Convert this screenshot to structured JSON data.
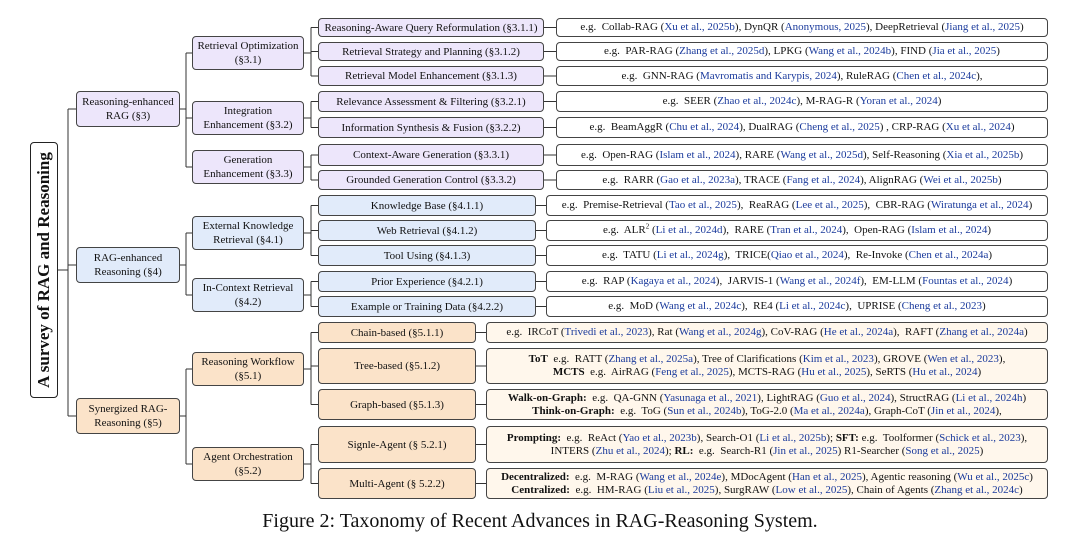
{
  "root": {
    "label": "A survey of RAG and Reasoning"
  },
  "colors": {
    "sec3": "#ede6fb",
    "sec4": "#e1ebfa",
    "sec5": "#fbe3c9",
    "sec5_leaf": "#fff7ec",
    "citation": "#1a3a9c"
  },
  "categories": [
    {
      "label": "Reasoning-enhanced RAG  (§3)"
    },
    {
      "label": "RAG-enhanced Reasoning (§4)"
    },
    {
      "label": "Synergized RAG-Reasoning  (§5)"
    }
  ],
  "subcategories": [
    {
      "label": "Retrieval Optimization  (§3.1)"
    },
    {
      "label": "Integration Enhancement (§3.2)"
    },
    {
      "label": "Generation Enhancement (§3.3)"
    },
    {
      "label": "External Knowledge Retrieval (§4.1)"
    },
    {
      "label": "In-Context Retrieval (§4.2)"
    },
    {
      "label": "Reasoning Workflow (§5.1)"
    },
    {
      "label": "Agent Orchestration (§5.2)"
    }
  ],
  "topics": [
    {
      "label": "Reasoning-Aware Query Reformulation (§3.1.1)"
    },
    {
      "label": "Retrieval Strategy and Planning  (§3.1.2)"
    },
    {
      "label": "Retrieval Model Enhancement  (§3.1.3)"
    },
    {
      "label": "Relevance Assessment & Filtering (§3.2.1)"
    },
    {
      "label": "Information Synthesis & Fusion  (§3.2.2)"
    },
    {
      "label": "Context-Aware Generation  (§3.3.1)"
    },
    {
      "label": "Grounded Generation Control  (§3.3.2)"
    },
    {
      "label": "Knowledge Base  (§4.1.1)"
    },
    {
      "label": "Web Retrieval  (§4.1.2)"
    },
    {
      "label": "Tool Using  (§4.1.3)"
    },
    {
      "label": "Prior Experience  (§4.2.1)"
    },
    {
      "label": "Example or Training Data  (§4.2.2)"
    },
    {
      "label": "Chain-based  (§5.1.1)"
    },
    {
      "label": "Tree-based  (§5.1.2)"
    },
    {
      "label": "Graph-based  (§5.1.3)"
    },
    {
      "label": "Signle-Agent  (§ 5.2.1)"
    },
    {
      "label": "Multi-Agent  (§ 5.2.2)"
    }
  ],
  "examples": [
    {
      "lines": [
        [
          {
            "t": "e.g.  Collab-RAG ("
          },
          {
            "c": "Xu et al., 2025b"
          },
          {
            "t": "), DynQR ("
          },
          {
            "c": "Anonymous, 2025"
          },
          {
            "t": "), DeepRetrieval ("
          },
          {
            "c": "Jiang et al., 2025"
          },
          {
            "t": ")"
          }
        ]
      ]
    },
    {
      "lines": [
        [
          {
            "t": "e.g.  PAR-RAG ("
          },
          {
            "c": "Zhang et al., 2025d"
          },
          {
            "t": "), LPKG ("
          },
          {
            "c": "Wang et al., 2024b"
          },
          {
            "t": "), FIND ("
          },
          {
            "c": "Jia et al., 2025"
          },
          {
            "t": ")"
          }
        ]
      ]
    },
    {
      "lines": [
        [
          {
            "t": "e.g.  GNN-RAG ("
          },
          {
            "c": "Mavromatis and Karypis, 2024"
          },
          {
            "t": "), RuleRAG ("
          },
          {
            "c": "Chen et al., 2024c"
          },
          {
            "t": "),"
          }
        ]
      ]
    },
    {
      "lines": [
        [
          {
            "t": "e.g.  SEER ("
          },
          {
            "c": "Zhao et al., 2024c"
          },
          {
            "t": "), M-RAG-R ("
          },
          {
            "c": "Yoran et al., 2024"
          },
          {
            "t": ")"
          }
        ]
      ]
    },
    {
      "lines": [
        [
          {
            "t": "e.g.  BeamAggR ("
          },
          {
            "c": "Chu et al., 2024"
          },
          {
            "t": "), DualRAG ("
          },
          {
            "c": "Cheng et al., 2025"
          },
          {
            "t": ") , CRP-RAG ("
          },
          {
            "c": "Xu et al., 2024"
          },
          {
            "t": ")"
          }
        ]
      ]
    },
    {
      "lines": [
        [
          {
            "t": "e.g.  Open-RAG ("
          },
          {
            "c": "Islam et al., 2024"
          },
          {
            "t": "), RARE ("
          },
          {
            "c": "Wang et al., 2025d"
          },
          {
            "t": "), Self-Reasoning ("
          },
          {
            "c": "Xia et al., 2025b"
          },
          {
            "t": ")"
          }
        ]
      ]
    },
    {
      "lines": [
        [
          {
            "t": "e.g.  RARR ("
          },
          {
            "c": "Gao et al., 2023a"
          },
          {
            "t": "), TRACE ("
          },
          {
            "c": "Fang et al., 2024"
          },
          {
            "t": "), AlignRAG ("
          },
          {
            "c": "Wei et al., 2025b"
          },
          {
            "t": ")"
          }
        ]
      ]
    },
    {
      "lines": [
        [
          {
            "t": "e.g.  Premise-Retrieval ("
          },
          {
            "c": "Tao et al., 2025"
          },
          {
            "t": "),  ReaRAG ("
          },
          {
            "c": "Lee et al., 2025"
          },
          {
            "t": "),  CBR-RAG ("
          },
          {
            "c": "Wiratunga et al., 2024"
          },
          {
            "t": ")"
          }
        ]
      ]
    },
    {
      "lines": [
        [
          {
            "t": "e.g.  ALR"
          },
          {
            "s": "2"
          },
          {
            "t": " ("
          },
          {
            "c": "Li et al., 2024d"
          },
          {
            "t": "),  RARE ("
          },
          {
            "c": "Tran et al., 2024"
          },
          {
            "t": "),  Open-RAG ("
          },
          {
            "c": "Islam et al., 2024"
          },
          {
            "t": ")"
          }
        ]
      ]
    },
    {
      "lines": [
        [
          {
            "t": "e.g.  TATU ("
          },
          {
            "c": "Li et al., 2024g"
          },
          {
            "t": "),  TRICE("
          },
          {
            "c": "Qiao et al., 2024"
          },
          {
            "t": "),  Re-Invoke ("
          },
          {
            "c": "Chen et al., 2024a"
          },
          {
            "t": ")"
          }
        ]
      ]
    },
    {
      "lines": [
        [
          {
            "t": "e.g.  RAP ("
          },
          {
            "c": "Kagaya et al., 2024"
          },
          {
            "t": "),  JARVIS-1 ("
          },
          {
            "c": "Wang et al., 2024f"
          },
          {
            "t": "),  EM-LLM ("
          },
          {
            "c": "Fountas et al., 2024"
          },
          {
            "t": ")"
          }
        ]
      ]
    },
    {
      "lines": [
        [
          {
            "t": "e.g.  MoD ("
          },
          {
            "c": "Wang et al., 2024c"
          },
          {
            "t": "),  RE4 ("
          },
          {
            "c": "Li et al., 2024c"
          },
          {
            "t": "),  UPRISE ("
          },
          {
            "c": "Cheng et al., 2023"
          },
          {
            "t": ")"
          }
        ]
      ]
    },
    {
      "lines": [
        [
          {
            "t": "e.g.  IRCoT ("
          },
          {
            "c": "Trivedi et al., 2023"
          },
          {
            "t": "), Rat ("
          },
          {
            "c": "Wang et al., 2024g"
          },
          {
            "t": "), CoV-RAG ("
          },
          {
            "c": "He et al., 2024a"
          },
          {
            "t": "),  RAFT ("
          },
          {
            "c": "Zhang et al., 2024a"
          },
          {
            "t": ")"
          }
        ]
      ]
    },
    {
      "lines": [
        [
          {
            "b": "ToT"
          },
          {
            "t": "  e.g.  RATT ("
          },
          {
            "c": "Zhang et al., 2025a"
          },
          {
            "t": "), Tree of Clarifications ("
          },
          {
            "c": "Kim et al., 2023"
          },
          {
            "t": "), GROVE ("
          },
          {
            "c": "Wen et al., 2023"
          },
          {
            "t": "),"
          }
        ],
        [
          {
            "b": "MCTS"
          },
          {
            "t": "  e.g.  AirRAG ("
          },
          {
            "c": "Feng et al., 2025"
          },
          {
            "t": "), MCTS-RAG ("
          },
          {
            "c": "Hu et al., 2025"
          },
          {
            "t": "), SeRTS ("
          },
          {
            "c": "Hu et al., 2024"
          },
          {
            "t": ")"
          }
        ]
      ]
    },
    {
      "lines": [
        [
          {
            "b": "Walk-on-Graph:"
          },
          {
            "t": "  e.g.  QA-GNN ("
          },
          {
            "c": "Yasunaga et al., 2021"
          },
          {
            "t": "), LightRAG ("
          },
          {
            "c": "Guo et al., 2024"
          },
          {
            "t": "), StructRAG ("
          },
          {
            "c": "Li et al., 2024h"
          },
          {
            "t": ")"
          }
        ],
        [
          {
            "b": "Think-on-Graph:"
          },
          {
            "t": "  e.g.  ToG ("
          },
          {
            "c": "Sun et al., 2024b"
          },
          {
            "t": "), ToG-2.0 ("
          },
          {
            "c": "Ma et al., 2024a"
          },
          {
            "t": "), Graph-CoT ("
          },
          {
            "c": "Jin et al., 2024"
          },
          {
            "t": "),"
          }
        ]
      ]
    },
    {
      "lines": [
        [
          {
            "b": "Prompting:"
          },
          {
            "t": "  e.g.  ReAct ("
          },
          {
            "c": "Yao et al., 2023b"
          },
          {
            "t": "), Search-O1 ("
          },
          {
            "c": "Li et al., 2025b"
          },
          {
            "t": "); "
          },
          {
            "b": "SFT:"
          },
          {
            "t": " e.g.  Toolformer ("
          },
          {
            "c": "Schick et al., 2023"
          },
          {
            "t": "),"
          }
        ],
        [
          {
            "t": "INTERS ("
          },
          {
            "c": "Zhu et al., 2024"
          },
          {
            "t": "); "
          },
          {
            "b": "RL:"
          },
          {
            "t": "  e.g.  Search-R1 ("
          },
          {
            "c": "Jin et al., 2025"
          },
          {
            "t": ") R1-Searcher ("
          },
          {
            "c": "Song et al., 2025"
          },
          {
            "t": ")"
          }
        ]
      ]
    },
    {
      "lines": [
        [
          {
            "b": "Decentralized:"
          },
          {
            "t": "  e.g.  M-RAG ("
          },
          {
            "c": "Wang et al., 2024e"
          },
          {
            "t": "), MDocAgent ("
          },
          {
            "c": "Han et al., 2025"
          },
          {
            "t": "), Agentic reasoning ("
          },
          {
            "c": "Wu et al., 2025c"
          },
          {
            "t": ")"
          }
        ],
        [
          {
            "b": "Centralized:"
          },
          {
            "t": "  e.g.  HM-RAG ("
          },
          {
            "c": "Liu et al., 2025"
          },
          {
            "t": "), SurgRAW ("
          },
          {
            "c": "Low et al., 2025"
          },
          {
            "t": "), Chain of Agents ("
          },
          {
            "c": "Zhang et al., 2024c"
          },
          {
            "t": ")"
          }
        ]
      ]
    }
  ],
  "caption": "Figure 2: Taxonomy of Recent Advances in RAG-Reasoning System."
}
